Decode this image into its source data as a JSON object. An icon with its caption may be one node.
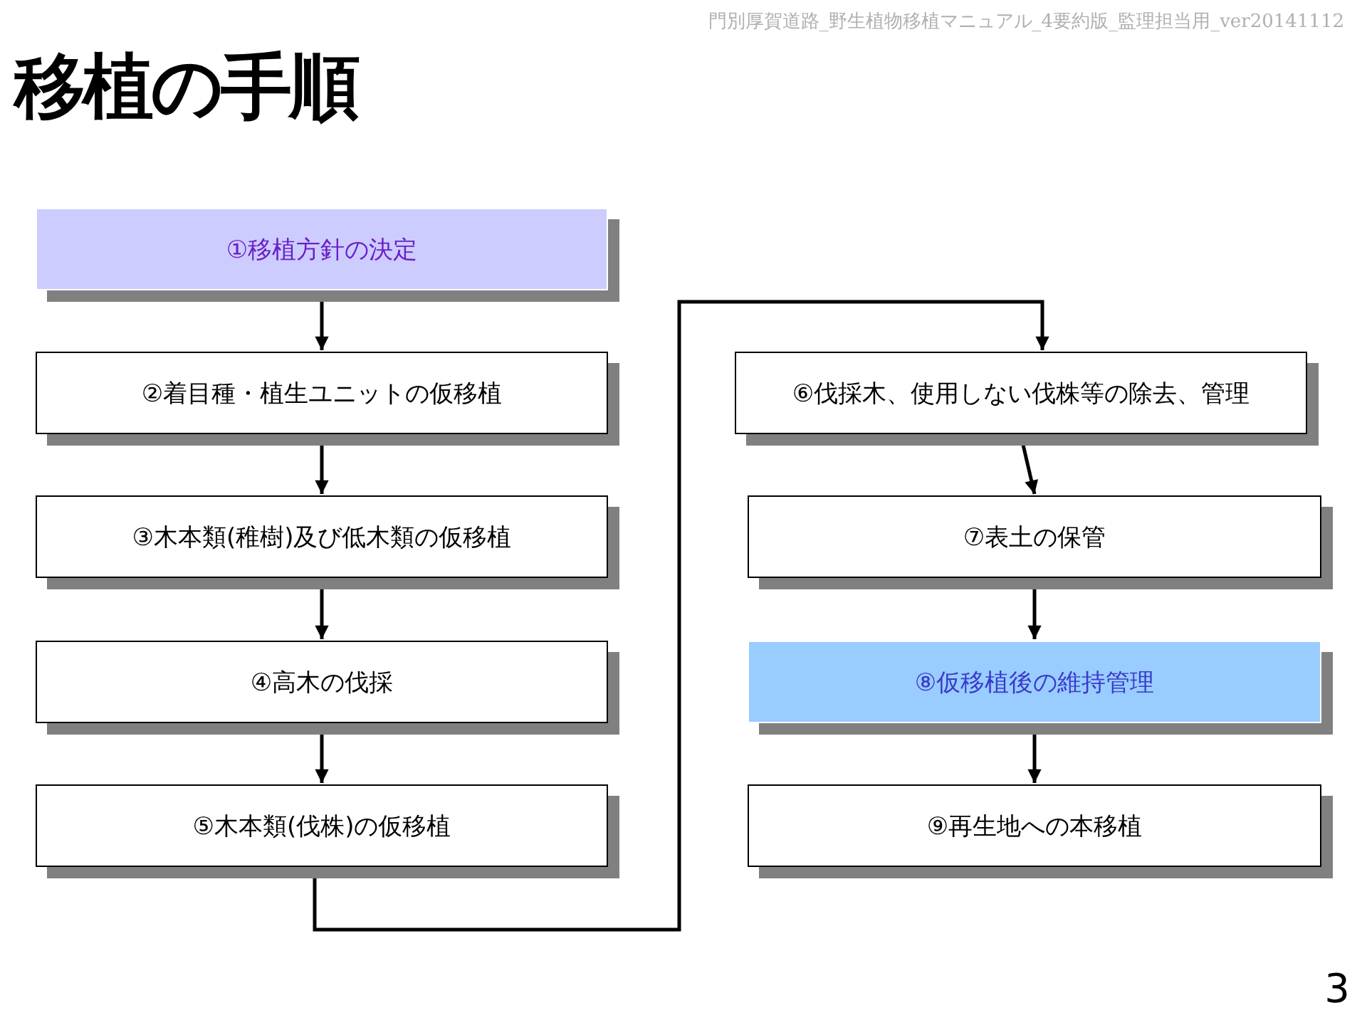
{
  "diagram": {
    "title": "移植の手順",
    "nodes": [
      {
        "text": [
          "①移植方針の決定"
        ]
      },
      {
        "text": [
          "②着目種・植生ユニットの仮移植"
        ]
      },
      {
        "text": [
          "③木本類(稚樹)及び低木類の仮移植"
        ]
      },
      {
        "text": [
          "④高木の伐採"
        ]
      },
      {
        "text": [
          "⑤木本類(伐株)の仮移植"
        ]
      },
      {
        "text": [
          "⑥伐採木、使用しない伐株等の除去、管理"
        ]
      },
      {
        "text": [
          "⑦表土の保管"
        ]
      },
      {
        "text": [
          "⑧仮移植後の維持管理"
        ]
      },
      {
        "text": [
          "⑨再生地への本移植"
        ]
      }
    ],
    "edges": [
      {
        "from": 0,
        "to": 1,
        "arrow": "to"
      },
      {
        "from": 1,
        "to": 2,
        "arrow": "to"
      },
      {
        "from": 2,
        "to": 3,
        "arrow": "to"
      },
      {
        "from": 3,
        "to": 4,
        "arrow": "to"
      },
      {
        "from": 4,
        "to": 5,
        "arrow": "to"
      },
      {
        "from": 5,
        "to": 6,
        "arrow": "to"
      },
      {
        "from": 6,
        "to": 7,
        "arrow": "to"
      },
      {
        "from": 7,
        "to": 8,
        "arrow": "to"
      }
    ],
    "labels": [
      "門別厚賀道路_野生植物移植マニュアル_4要約版_監理担当用_ver20141112",
      "3"
    ]
  }
}
